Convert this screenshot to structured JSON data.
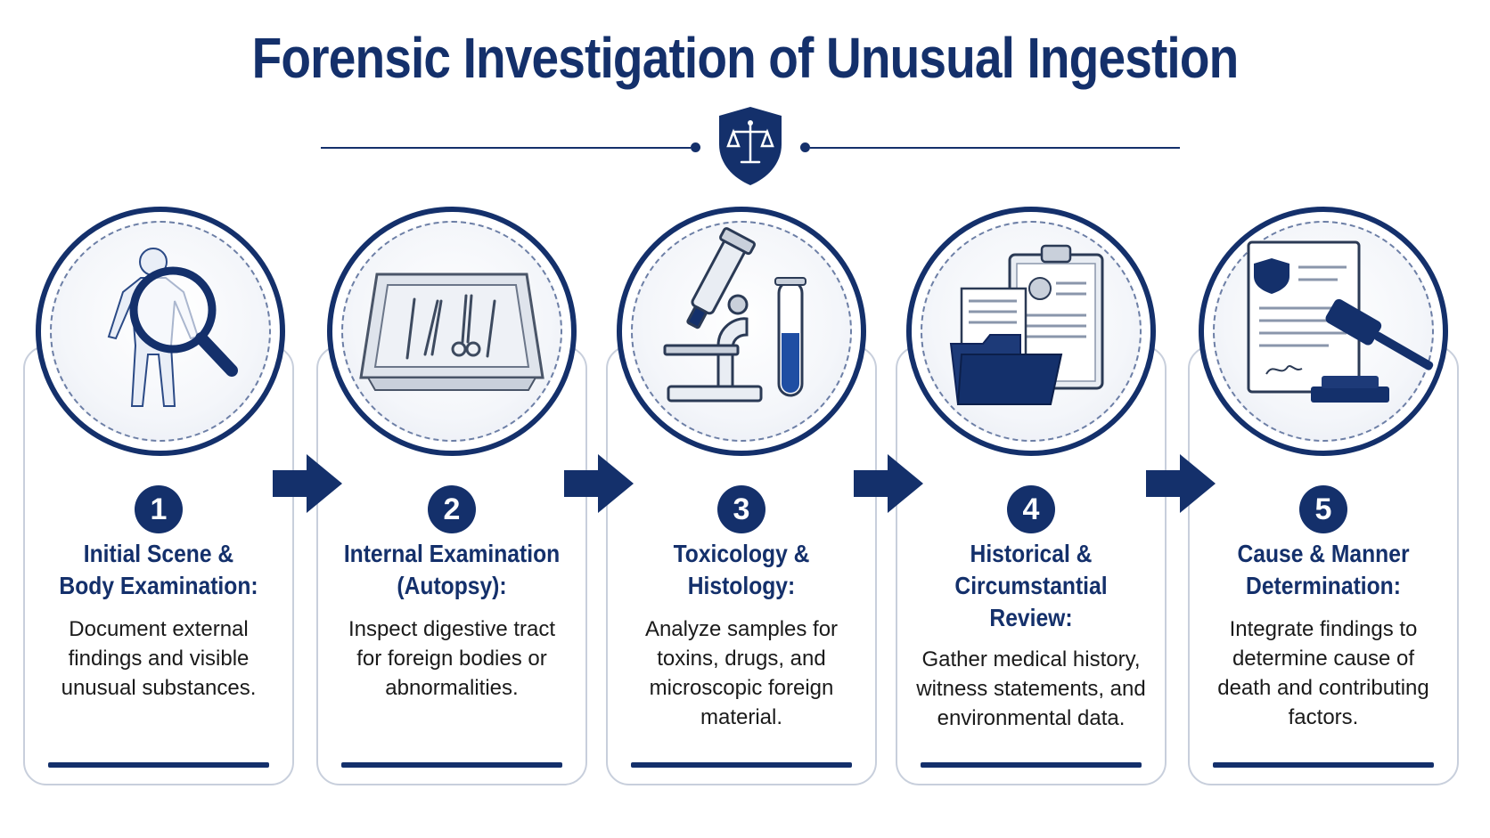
{
  "title": "Forensic Investigation of Unusual Ingestion",
  "colors": {
    "primary": "#14306b",
    "card_border": "#c8cfdc",
    "text": "#1a1a1a"
  },
  "emblem_icon": "scales-of-justice-shield-icon",
  "steps": [
    {
      "number": "1",
      "title_line1": "Initial Scene &",
      "title_line2": "Body Examination:",
      "title_line3": "",
      "desc_line1": "Document external",
      "desc_line2": "findings and visible",
      "desc_line3": "unusual substances.",
      "desc_line4": "",
      "icon": "body-magnifier-icon"
    },
    {
      "number": "2",
      "title_line1": "Internal Examination",
      "title_line2": "(Autopsy):",
      "title_line3": "",
      "desc_line1": "Inspect digestive tract",
      "desc_line2": "for foreign bodies or",
      "desc_line3": "abnormalities.",
      "desc_line4": "",
      "icon": "surgical-tray-icon"
    },
    {
      "number": "3",
      "title_line1": "Toxicology &",
      "title_line2": "Histology:",
      "title_line3": "",
      "desc_line1": "Analyze samples for",
      "desc_line2": "toxins, drugs, and",
      "desc_line3": "microscopic foreign",
      "desc_line4": "material.",
      "icon": "microscope-test-tube-icon"
    },
    {
      "number": "4",
      "title_line1": "Historical &",
      "title_line2": "Circumstantial",
      "title_line3": "Review:",
      "desc_line1": "Gather medical history,",
      "desc_line2": "witness statements, and",
      "desc_line3": "environmental data.",
      "desc_line4": "",
      "icon": "clipboard-folder-icon"
    },
    {
      "number": "5",
      "title_line1": "Cause & Manner",
      "title_line2": "Determination:",
      "title_line3": "",
      "desc_line1": "Integrate findings to",
      "desc_line2": "determine cause of",
      "desc_line3": "death and contributing",
      "desc_line4": "factors.",
      "icon": "report-gavel-icon"
    }
  ]
}
